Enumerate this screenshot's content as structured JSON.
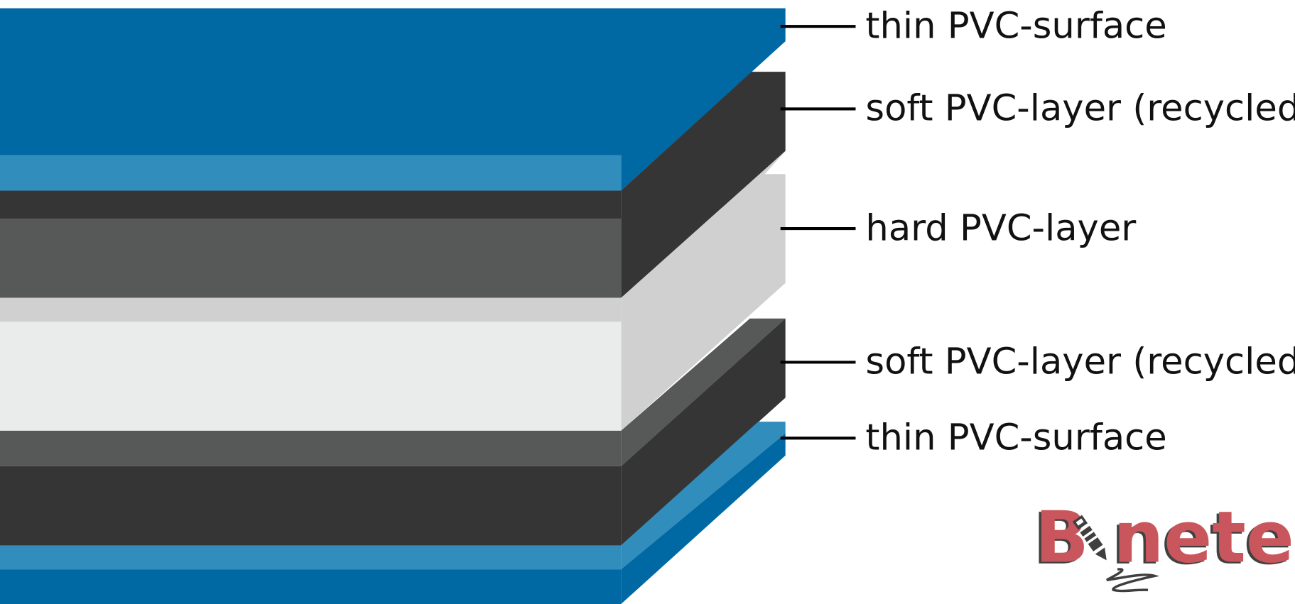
{
  "diagram": {
    "title": "PVC layer structure",
    "labels": [
      "thin PVC-surface",
      "soft PVC-layer (recycled)",
      "hard PVC-layer",
      "soft PVC-layer (recycled)",
      "thin PVC-surface"
    ]
  },
  "logo": {
    "text_left": "B",
    "text_right": "netel",
    "full_name": "Binetel"
  },
  "colors": {
    "blue_dark": "#0068a3",
    "blue_light": "#318dbb",
    "charcoal": "#353535",
    "gray": "#575858",
    "light_gray": "#cfd0cf",
    "off_white": "#eaeceb",
    "logo_red": "#c9575c",
    "logo_shadow": "#3f3f3f"
  }
}
